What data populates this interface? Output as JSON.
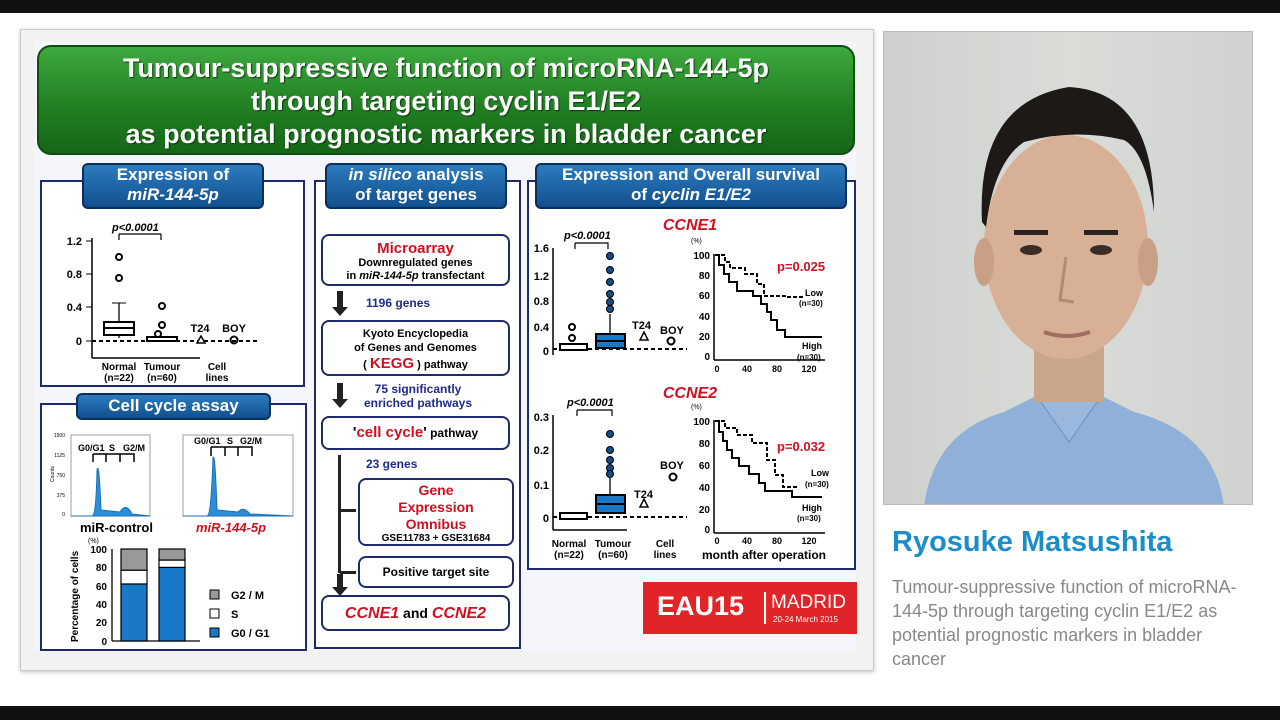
{
  "poster": {
    "title_line1": "Tumour-suppressive function of microRNA-144-5p",
    "title_line2": "through targeting cyclin E1/E2",
    "title_line3": "as potential prognostic markers in bladder cancer",
    "expression": {
      "heading1": "Expression of",
      "heading2": "miR-144-5p",
      "pvalue": "p<0.0001",
      "y_ticks": [
        "1.2",
        "0.8",
        "0.4",
        "0"
      ],
      "labels": [
        "Normal",
        "(n=22)",
        "Tumour",
        "(n=60)",
        "T24",
        "BOY",
        "Cell",
        "lines"
      ]
    },
    "cellcycle": {
      "heading": "Cell cycle assay",
      "phase_labels": [
        "G0/G1",
        "S",
        "G2/M"
      ],
      "y_ticks_small": [
        "1500",
        "1125",
        "750",
        "375",
        "0"
      ],
      "axis_small": "Counts",
      "control_label": "miR-control",
      "mir_label": "miR-144-5p",
      "bar_unit": "(%)",
      "bar_y_ticks": [
        "100",
        "80",
        "60",
        "40",
        "20",
        "0"
      ],
      "bar_ylabel": "Percentage of cells",
      "legend": [
        "G2 / M",
        "S",
        "G0 / G1"
      ],
      "stack_values": {
        "control": [
          62,
          15,
          23
        ],
        "mir": [
          80,
          8,
          12
        ]
      }
    },
    "silico": {
      "heading1": "in silico",
      "heading1b": " analysis",
      "heading2": "of target genes",
      "microarray": "Microarray",
      "down1": "Downregulated genes",
      "down2_prefix": "in ",
      "down2_em": "miR-144-5p",
      "down2_suffix": " transfectant",
      "genes1196": "1196 genes",
      "kegg1": "Kyoto Encyclopedia",
      "kegg2": "of Genes and Genomes",
      "kegg3a": "( ",
      "kegg3b": "KEGG",
      "kegg3c": " ) pathway",
      "enriched1": "75 significantly",
      "enriched2": "enriched pathways",
      "cc_q1": "'",
      "cc_main": "cell cycle",
      "cc_q2": "'",
      "cc_suffix": " pathway",
      "genes23": "23 genes",
      "geo1": "Gene",
      "geo2": "Expression",
      "geo3": "Omnibus",
      "geo4": "GSE11783 + GSE31684",
      "target_site": "Positive target site",
      "final_a": "CCNE1",
      "final_and": " and ",
      "final_b": "CCNE2"
    },
    "survival": {
      "heading1": "Expression and Overall survival",
      "heading2a": "of ",
      "heading2b": "cyclin E1/E2",
      "ccne1": "CCNE1",
      "ccne2": "CCNE2",
      "p1": "p<0.0001",
      "p2": "p<0.0001",
      "box1_ticks": [
        "1.6",
        "1.2",
        "0.8",
        "0.4",
        "0"
      ],
      "box2_ticks": [
        "0.3",
        "0.2",
        "0.1",
        "0"
      ],
      "t24": "T24",
      "boy": "BOY",
      "km_unit": "(%)",
      "km_ticks": [
        "100",
        "80",
        "60",
        "40",
        "20",
        "0"
      ],
      "km_x": [
        "0",
        "40",
        "80",
        "120"
      ],
      "km_p1": "p=0.025",
      "km_p2": "p=0.032",
      "low": "Low",
      "high": "High",
      "n30": "(n=30)",
      "xlabel": "month after operation",
      "bottom_labels": [
        "Normal",
        "(n=22)",
        "Tumour",
        "(n=60)",
        "Cell",
        "lines"
      ]
    },
    "eau": {
      "brand": "EAU15",
      "city": "MADRID",
      "dates": "20-24 March 2015"
    }
  },
  "speaker": {
    "name": "Ryosuke Matsushita",
    "talk_title": "Tumour-suppressive function of microRNA-144-5p through targeting cyclin E1/E2 as potential prognostic markers in bladder cancer"
  },
  "colors": {
    "accent": "#1b8ec8",
    "title_green": "#1f7d21",
    "panel_blue": "#12508f",
    "highlight_red": "#d01020"
  }
}
